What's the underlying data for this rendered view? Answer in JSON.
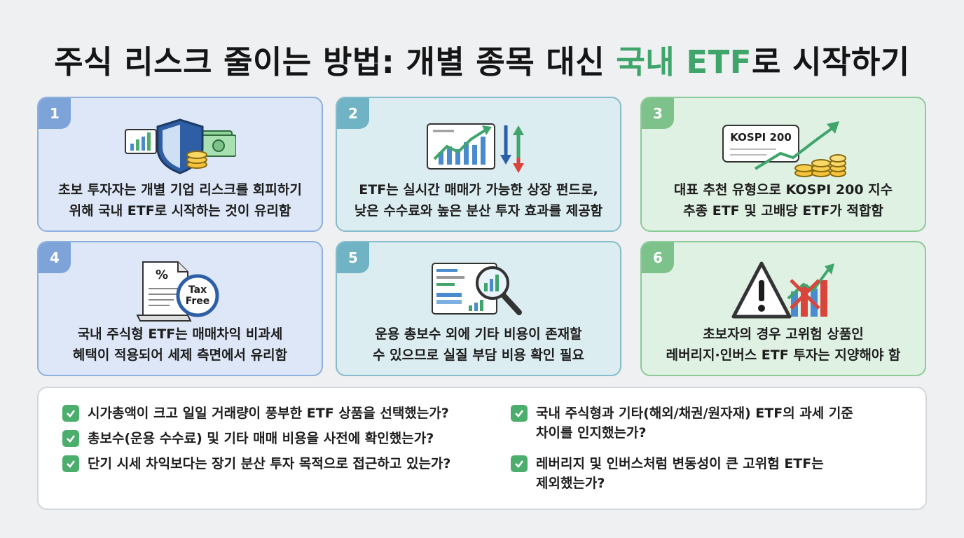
{
  "title": {
    "part1": "주식 리스크 줄이는 방법: 개별 종목 대신 ",
    "highlight": "국내 ETF",
    "part2": "로 시작하기",
    "highlight_color": "#3fa56a"
  },
  "cards": [
    {
      "number": "1",
      "theme": "blue",
      "icon": "shield-chart-cash-icon",
      "line1": "초보 투자자는 개별 기업 리스크를 회피하기",
      "line2": "위해 국내 ETF로 시작하는 것이 유리함"
    },
    {
      "number": "2",
      "theme": "teal",
      "icon": "trading-chart-arrows-icon",
      "line1": "ETF는 실시간 매매가 가능한 상장 펀드로,",
      "line2": "낮은 수수료와 높은 분산 투자 효과를 제공함"
    },
    {
      "number": "3",
      "theme": "green",
      "icon": "kospi-growth-coins-icon",
      "icon_label": "KOSPI 200",
      "line1": "대표 추천 유형으로 KOSPI 200 지수",
      "line2": "추종 ETF 및 고배당 ETF가 적합함"
    },
    {
      "number": "4",
      "theme": "blue",
      "icon": "tax-free-document-icon",
      "icon_label_1": "Tax",
      "icon_label_2": "Free",
      "line1": "국내 주식형 ETF는 매매차익 비과세",
      "line2": "혜택이 적용되어 세제 측면에서 유리함"
    },
    {
      "number": "5",
      "theme": "teal",
      "icon": "report-magnifier-icon",
      "line1": "운용 총보수 외에 기타 비용이 존재할",
      "line2": "수 있으므로 실질 부담 비용 확인 필요"
    },
    {
      "number": "6",
      "theme": "green",
      "icon": "warning-volatility-icon",
      "line1": "초보자의 경우 고위험 상품인",
      "line2": "레버리지·인버스 ETF 투자는 지양해야 함"
    }
  ],
  "checklist": {
    "left": [
      {
        "line1": "시가총액이 크고 일일 거래량이 풍부한 ETF 상품을 선택했는가?"
      },
      {
        "line1": "총보수(운용 수수료) 및 기타 매매 비용을 사전에 확인했는가?"
      },
      {
        "line1": "단기 시세 차익보다는 장기 분산 투자 목적으로 접근하고 있는가?"
      }
    ],
    "right": [
      {
        "line1": "국내 주식형과 기타(해외/채권/원자재) ETF의 과세 기준",
        "line2": "차이를 인지했는가?"
      },
      {
        "line1": "레버리지 및 인버스처럼 변동성이 큰 고위험 ETF는",
        "line2": "제외했는가?"
      }
    ]
  }
}
